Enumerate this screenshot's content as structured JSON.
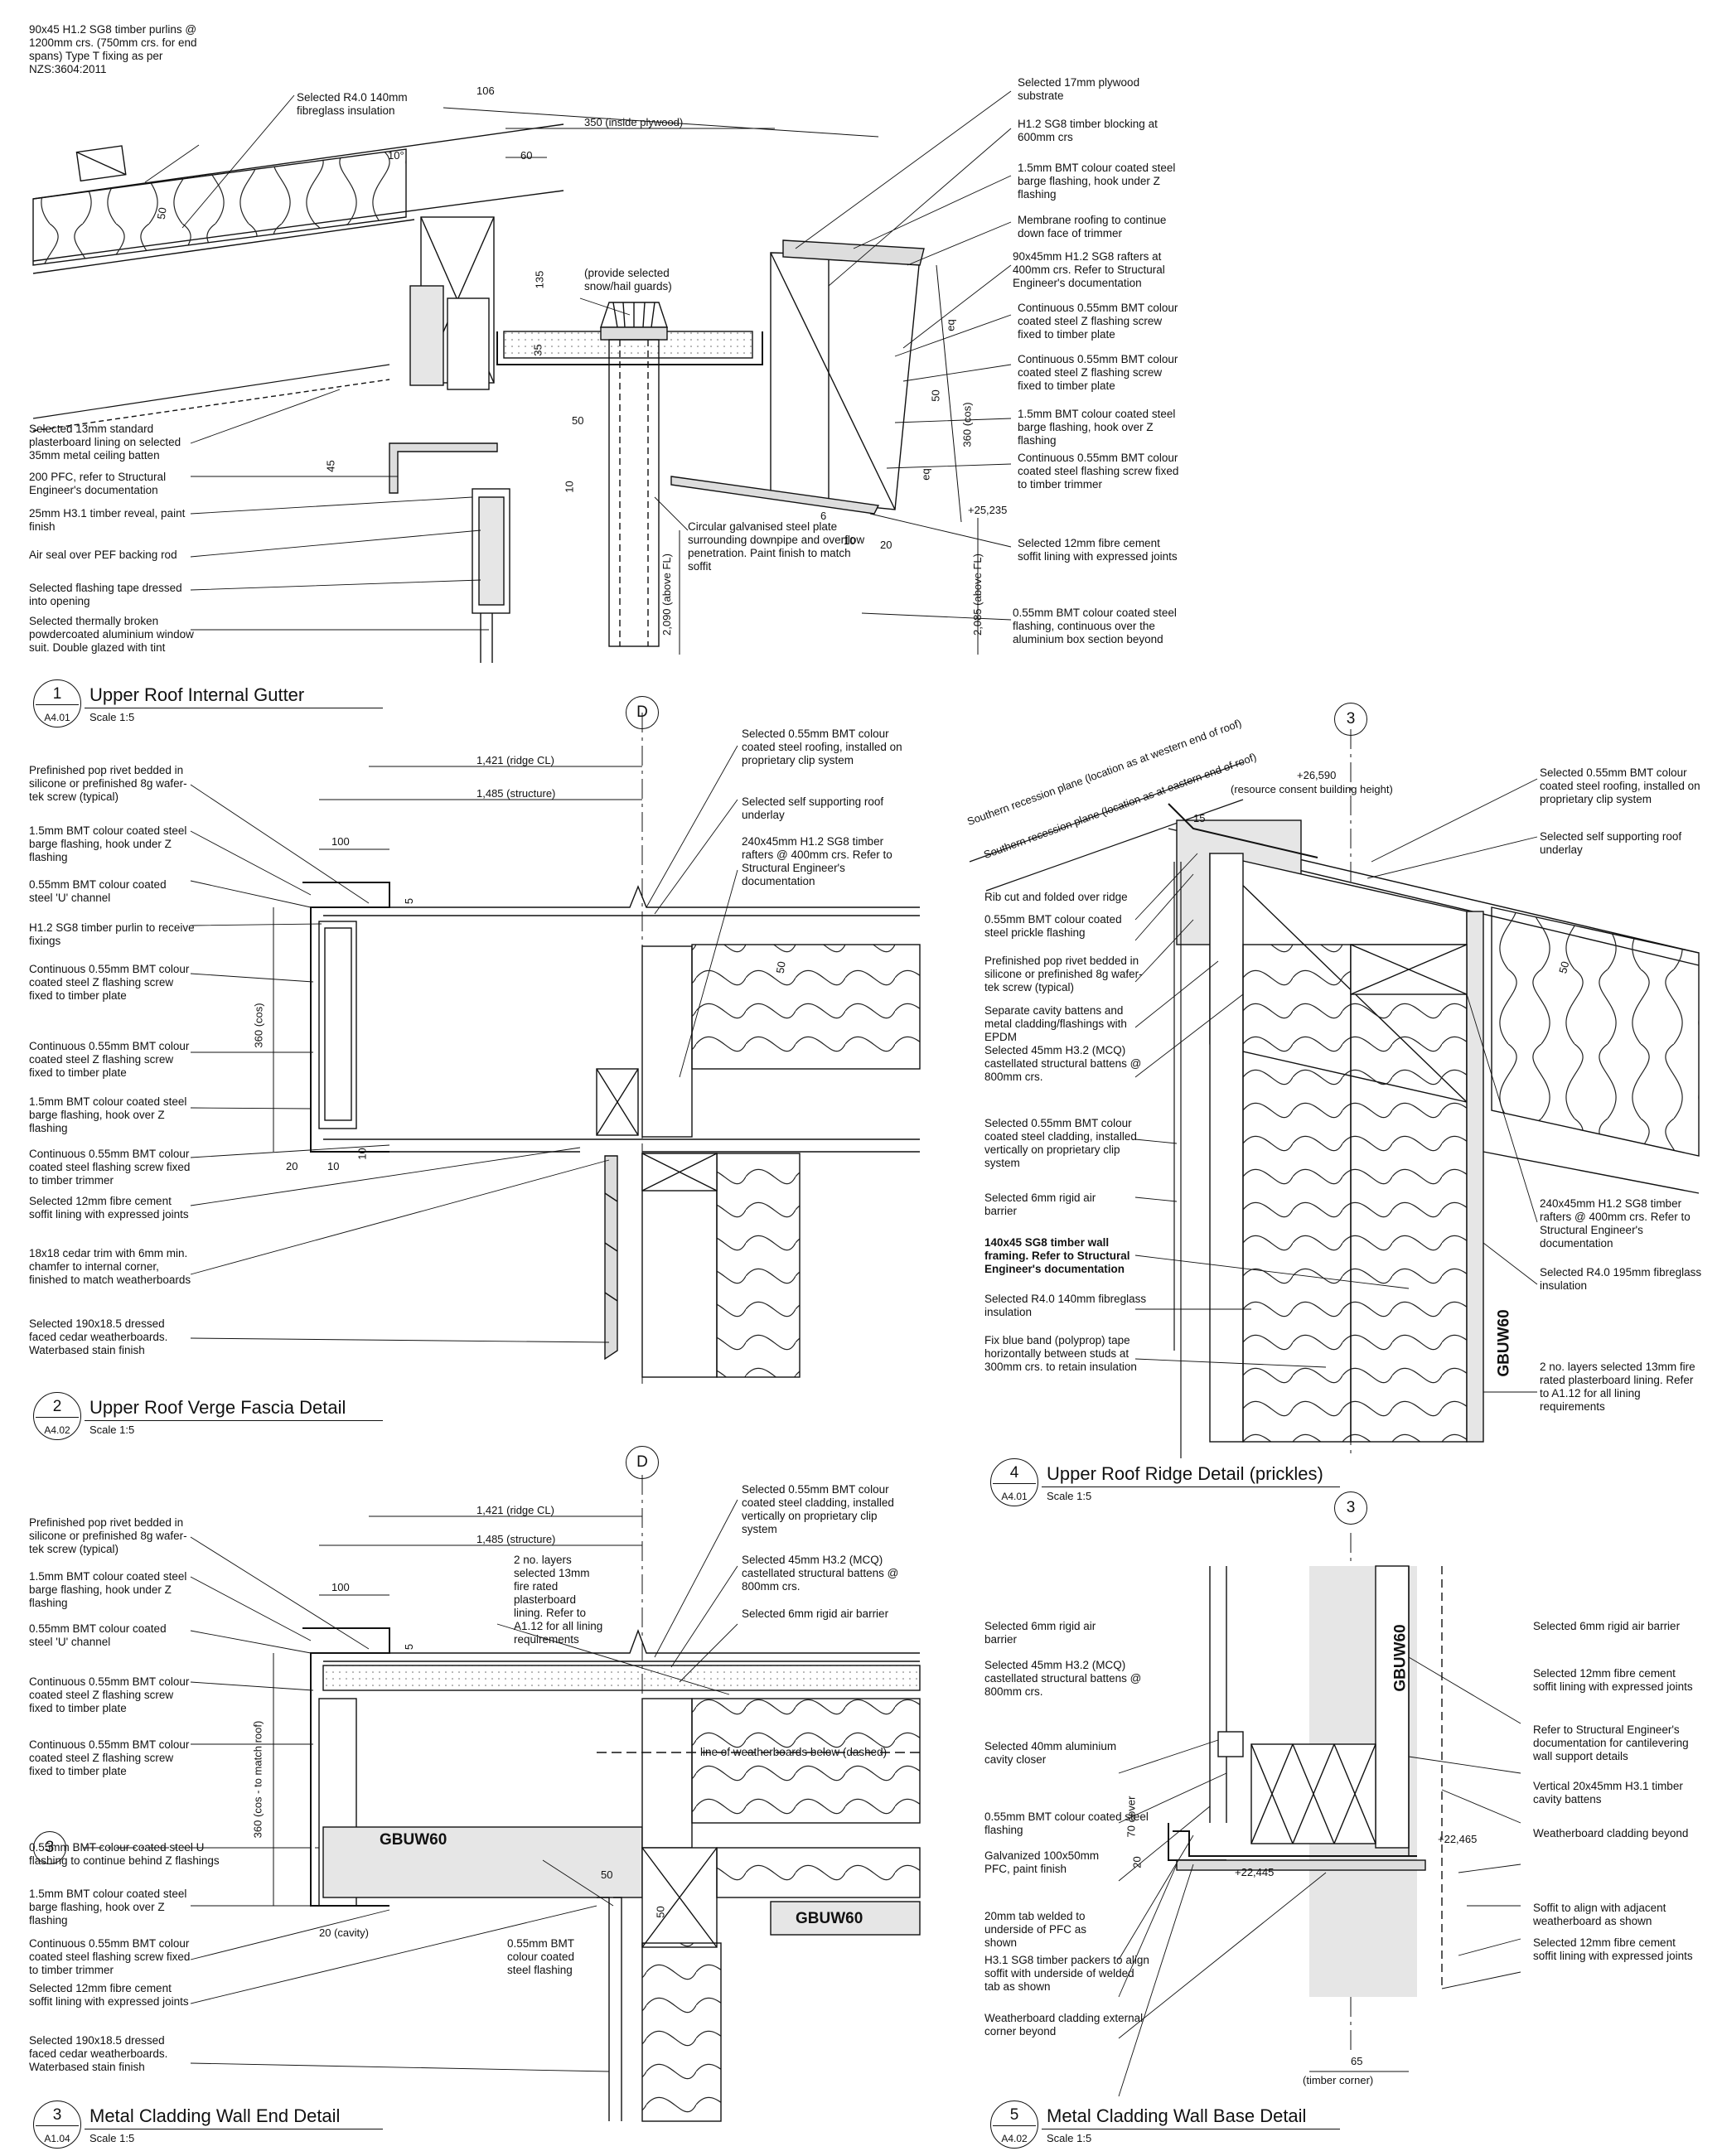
{
  "d1": {
    "number": "1",
    "sheet": "A4.01",
    "title": "Upper Roof Internal Gutter",
    "scale": "Scale 1:5",
    "notes_left": [
      "90x45 H1.2 SG8 timber purlins @ 1200mm crs. (750mm crs. for end spans) Type T fixing as per NZS:3604:2011",
      "Selected R4.0 140mm fibreglass insulation",
      "Selected 13mm standard plasterboard lining on selected 35mm metal ceiling batten",
      "200 PFC, refer to Structural Engineer's documentation",
      "25mm H3.1 timber reveal, paint finish",
      "Air seal over PEF backing rod",
      "Selected flashing tape dressed into opening",
      "Selected thermally broken powdercoated aluminium window suit. Double glazed with tint"
    ],
    "notes_right": [
      "Selected 17mm plywood substrate",
      "H1.2 SG8 timber blocking at 600mm crs",
      "1.5mm BMT colour coated steel barge flashing, hook under Z flashing",
      "Membrane roofing to continue down face of trimmer",
      "90x45mm H1.2 SG8 rafters at 400mm crs. Refer to Structural Engineer's documentation",
      "Continuous 0.55mm BMT colour coated steel Z flashing screw fixed to timber plate",
      "Continuous 0.55mm BMT colour coated steel Z flashing screw fixed to timber plate",
      "1.5mm BMT colour coated steel barge flashing, hook over Z flashing",
      "Continuous 0.55mm BMT colour coated steel flashing screw fixed to timber trimmer",
      "Selected 12mm fibre cement soffit lining with expressed joints",
      "0.55mm BMT colour coated steel flashing, continuous over the aluminium box section beyond"
    ],
    "center_notes": [
      "(provide selected snow/hail guards)",
      "Circular galvanised steel plate surrounding downpipe and overflow penetration. Paint finish to match soffit"
    ],
    "dims": [
      "106",
      "350 (inside plywood)",
      "10°",
      "60",
      "50",
      "135",
      "35",
      "50",
      "45",
      "10",
      "6",
      "10",
      "20",
      "eq",
      "eq",
      "50",
      "360 (cos)",
      "+25,235",
      "2,090 (above FL)",
      "2,085 (above FL)"
    ]
  },
  "d2": {
    "number": "2",
    "sheet": "A4.02",
    "title": "Upper Roof Verge Fascia Detail",
    "scale": "Scale 1:5",
    "grid": "D",
    "notes_left": [
      "Prefinished pop rivet bedded in silicone or prefinished 8g wafer-tek screw (typical)",
      "1.5mm BMT colour coated steel barge flashing, hook under Z flashing",
      "0.55mm BMT colour coated steel 'U' channel",
      "H1.2 SG8 timber purlin to receive fixings",
      "Continuous 0.55mm BMT colour coated steel Z flashing screw fixed to timber plate",
      "Continuous 0.55mm BMT colour coated steel Z flashing screw fixed to timber plate",
      "1.5mm BMT colour coated steel barge flashing, hook over Z flashing",
      "Continuous 0.55mm BMT colour coated steel flashing screw fixed to timber trimmer",
      "Selected 12mm fibre cement soffit lining with expressed joints",
      "18x18 cedar trim with 6mm min. chamfer to internal corner, finished to match weatherboards",
      "Selected 190x18.5 dressed faced cedar weatherboards. Waterbased stain finish"
    ],
    "notes_right": [
      "Selected 0.55mm BMT colour coated steel roofing, installed on proprietary clip system",
      "Selected self supporting roof underlay",
      "240x45mm H1.2 SG8 timber rafters @ 400mm crs. Refer to Structural Engineer's documentation"
    ],
    "dims": [
      "1,421 (ridge CL)",
      "1,485 (structure)",
      "100",
      "5",
      "360 (cos)",
      "50",
      "20",
      "10",
      "10"
    ]
  },
  "d3": {
    "number": "3",
    "sheet": "A1.04",
    "title": "Metal Cladding Wall End Detail",
    "scale": "Scale 1:5",
    "grid": "D",
    "grid_left": "3",
    "notes_left": [
      "Prefinished pop rivet bedded in silicone or prefinished 8g wafer-tek screw (typical)",
      "1.5mm BMT colour coated steel barge flashing, hook under Z flashing",
      "0.55mm BMT colour coated steel 'U' channel",
      "Continuous 0.55mm BMT colour coated steel Z flashing screw fixed to timber plate",
      "Continuous 0.55mm BMT colour coated steel Z flashing screw fixed to timber plate",
      "0.55mm BMT colour coated steel U flashing to continue behind Z flashings",
      "1.5mm BMT colour coated steel barge flashing, hook over Z flashing",
      "Continuous 0.55mm BMT colour coated steel flashing screw fixed to timber trimmer",
      "Selected 12mm fibre cement soffit lining with expressed joints",
      "Selected 190x18.5 dressed faced cedar weatherboards. Waterbased stain finish"
    ],
    "notes_center": [
      "2 no. layers selected 13mm fire rated plasterboard lining. Refer to A1.12 for all lining requirements",
      "0.55mm BMT colour coated steel flashing",
      "line of weatherboards below (dashed)"
    ],
    "notes_right": [
      "Selected 0.55mm BMT colour coated steel cladding, installed vertically on proprietary clip system",
      "Selected 45mm H3.2 (MCQ) castellated structural battens @ 800mm crs.",
      "Selected 6mm rigid air barrier"
    ],
    "labels": [
      "GBUW60",
      "GBUW60"
    ],
    "dims": [
      "1,421 (ridge CL)",
      "1,485 (structure)",
      "100",
      "5",
      "360 (cos - to match roof)",
      "50",
      "50",
      "20 (cavity)"
    ]
  },
  "d4": {
    "number": "4",
    "sheet": "A4.01",
    "title": "Upper Roof Ridge Detail (prickles)",
    "scale": "Scale 1:5",
    "grid": "3",
    "recession": [
      "Southern recession plane (location as at western end of roof)",
      "Southern recession plane (location as at eastern end of roof)"
    ],
    "level": "+26,590",
    "level_note": "(resource consent building height)",
    "angle": "15",
    "notes_left": [
      "Rib cut and folded over ridge",
      "0.55mm BMT colour coated steel prickle flashing",
      "Prefinished pop rivet bedded in silicone or prefinished 8g wafer-tek screw (typical)",
      "Separate cavity battens and metal cladding/flashings with EPDM",
      "Selected 45mm H3.2 (MCQ) castellated structural battens @ 800mm crs.",
      "Selected 0.55mm BMT colour coated steel cladding, installed vertically on proprietary clip system",
      "Selected 6mm rigid air barrier",
      "140x45 SG8 timber wall framing. Refer to Structural Engineer's documentation",
      "Selected R4.0 140mm fibreglass insulation",
      "Fix blue band (polyprop) tape horizontally between studs at 300mm crs. to retain insulation"
    ],
    "notes_right": [
      "Selected 0.55mm BMT colour coated steel roofing, installed on proprietary clip system",
      "Selected self supporting roof underlay",
      "240x45mm H1.2 SG8 timber rafters @ 400mm crs. Refer to Structural Engineer's documentation",
      "Selected R4.0 195mm fibreglass insulation",
      "2 no. layers selected 13mm fire rated plasterboard lining. Refer to A1.12 for all lining requirements"
    ],
    "label": "GBUW60",
    "dims": [
      "50"
    ]
  },
  "d5": {
    "number": "5",
    "sheet": "A4.02",
    "title": "Metal Cladding Wall Base Detail",
    "scale": "Scale 1:5",
    "grid": "3",
    "notes_left": [
      "Selected 6mm rigid air barrier",
      "Selected 45mm H3.2 (MCQ) castellated structural battens @ 800mm crs.",
      "Selected 40mm aluminium cavity closer",
      "0.55mm BMT colour coated steel flashing",
      "Galvanized 100x50mm PFC, paint finish",
      "20mm tab welded to underside of PFC as shown",
      "H3.1 SG8 timber packers to align soffit with underside of welded tab as shown",
      "Weatherboard cladding external corner beyond"
    ],
    "notes_right": [
      "Selected 6mm rigid air barrier",
      "Selected 12mm fibre cement soffit lining with expressed joints",
      "Refer to Structural Engineer's documentation for cantilevering wall support details",
      "Vertical 20x45mm H3.1 timber cavity battens",
      "Weatherboard cladding beyond",
      "Soffit to align with adjacent weatherboard as shown",
      "Selected 12mm fibre cement soffit lining with expressed joints"
    ],
    "label": "GBUW60",
    "dims": [
      "70 cover",
      "20",
      "+22,465",
      "+22,445",
      "65",
      "(timber corner)"
    ]
  },
  "colors": {
    "ink": "#111111",
    "insul": "#222222",
    "fill": "#e6e6e6",
    "fill2": "#d4d4d4"
  }
}
